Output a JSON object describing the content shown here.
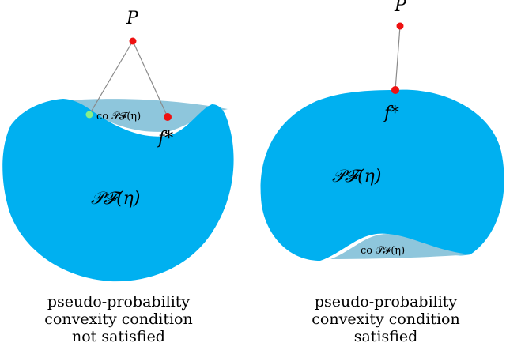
{
  "colors": {
    "region_fill": "#00b0f0",
    "hull_fill": "#8ec6dc",
    "point_red": "#ee1111",
    "point_green": "#88ee88",
    "line_gray": "#8a8a8a"
  },
  "left_panel": {
    "point_label": "P",
    "optimum_label": "f*",
    "region_label": "𝒫𝓕(η)",
    "hull_label": "co 𝒫𝓕(η)",
    "caption": [
      "pseudo-probability",
      "convexity condition",
      "not satisfied"
    ]
  },
  "right_panel": {
    "point_label": "P",
    "optimum_label": "f*",
    "region_label": "𝒫𝓕(η)",
    "hull_label": "co 𝒫𝓕(η)",
    "caption": [
      "pseudo-probability",
      "convexity condition",
      "satisfied"
    ]
  }
}
